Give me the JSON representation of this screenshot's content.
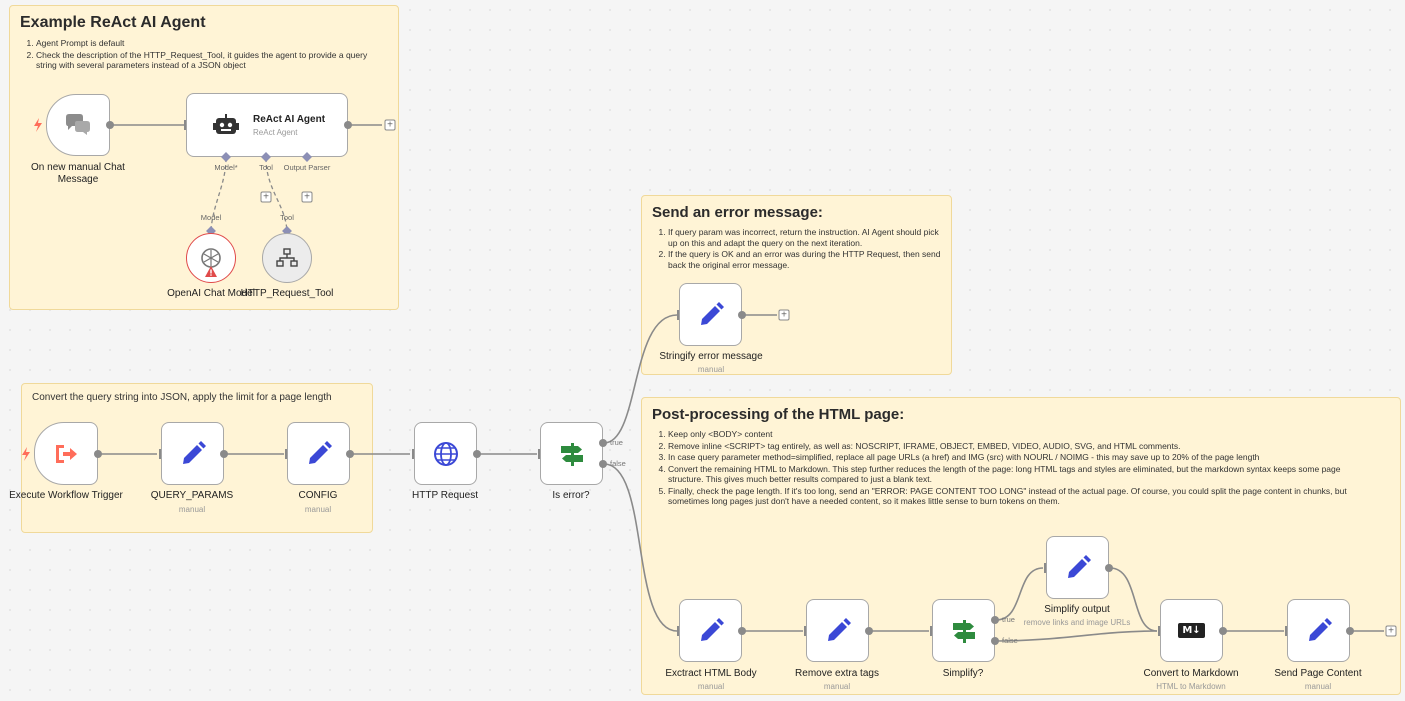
{
  "colors": {
    "canvas": "#f5f5f5",
    "sticky": "#fff4d6",
    "edit_icon": "#3b48d6",
    "switch_icon": "#2e8b3e",
    "trigger_icon": "#ff6d5a",
    "error": "#e04a4a"
  },
  "notes": {
    "agent": {
      "title": "Example ReAct AI Agent",
      "items": [
        "Agent Prompt is default",
        "Check the description of the HTTP_Request_Tool, it guides the agent to provide a query string with several parameters instead of a JSON object"
      ]
    },
    "convert": {
      "text": "Convert the query string into JSON, apply the limit for a page length"
    },
    "error": {
      "title": "Send an error message:",
      "items": [
        "If query param was incorrect, return the instruction. AI Agent should pick up on this and adapt the query on the next iteration.",
        "If the query is OK and an error was during the HTTP Request, then send back the original error message."
      ]
    },
    "post": {
      "title": "Post-processing of the HTML page:",
      "items": [
        "Keep only <BODY> content",
        "Remove inline <SCRIPT> tag entirely, as well as: NOSCRIPT, IFRAME, OBJECT, EMBED, VIDEO, AUDIO, SVG, and HTML comments.",
        "In case query parameter method=simplified, replace all page URLs (a href) and IMG (src) with NOURL / NOIMG - this may save up to 20% of the page length",
        "Convert the remaining HTML to Markdown. This step further reduces the length of the page: long HTML tags and styles are eliminated, but the markdown syntax keeps some page structure. This gives much better results compared to just a blank text.",
        "Finally, check the page length. If it's too long, send an \"ERROR: PAGE CONTENT TOO LONG\" instead of the actual page. Of course, you could split the page content in chunks, but sometimes long pages just don't have a needed content, so it makes little sense to burn tokens on them."
      ]
    }
  },
  "nodes": {
    "chat_trigger": {
      "label": "On new manual Chat",
      "label2": "Message",
      "icon": "chat-bubbles-icon"
    },
    "agent": {
      "title": "ReAct AI Agent",
      "subtitle": "ReAct Agent",
      "icon": "robot-icon",
      "ports": {
        "model": "Model*",
        "tool": "Tool",
        "parser": "Output Parser"
      }
    },
    "openai": {
      "label": "OpenAI Chat Model",
      "port": "Model",
      "icon": "openai-icon"
    },
    "http_tool": {
      "label": "HTTP_Request_Tool",
      "port": "Tool",
      "icon": "network-icon"
    },
    "exec_trigger": {
      "label": "Execute Workflow Trigger",
      "icon": "exit-icon"
    },
    "query_params": {
      "label": "QUERY_PARAMS",
      "sub": "manual",
      "icon": "pencil-icon"
    },
    "config": {
      "label": "CONFIG",
      "sub": "manual",
      "icon": "pencil-icon"
    },
    "http_request": {
      "label": "HTTP Request",
      "icon": "globe-icon"
    },
    "is_error": {
      "label": "Is error?",
      "icon": "signpost-icon",
      "true": "true",
      "false": "false"
    },
    "stringify": {
      "label": "Stringify error message",
      "sub": "manual",
      "icon": "pencil-icon"
    },
    "extract": {
      "label": "Exctract HTML Body",
      "sub": "manual",
      "icon": "pencil-icon"
    },
    "remove_tags": {
      "label": "Remove extra tags",
      "sub": "manual",
      "icon": "pencil-icon"
    },
    "simplify_q": {
      "label": "Simplify?",
      "icon": "signpost-icon",
      "true": "true",
      "false": "false"
    },
    "simplify_out": {
      "label": "Simplify output",
      "sub": "remove links and image URLs",
      "icon": "pencil-icon"
    },
    "markdown": {
      "label": "Convert to Markdown",
      "sub": "HTML to Markdown",
      "icon": "markdown-icon",
      "badge": "M↓"
    },
    "send_page": {
      "label": "Send Page Content",
      "sub": "manual",
      "icon": "pencil-icon"
    }
  }
}
